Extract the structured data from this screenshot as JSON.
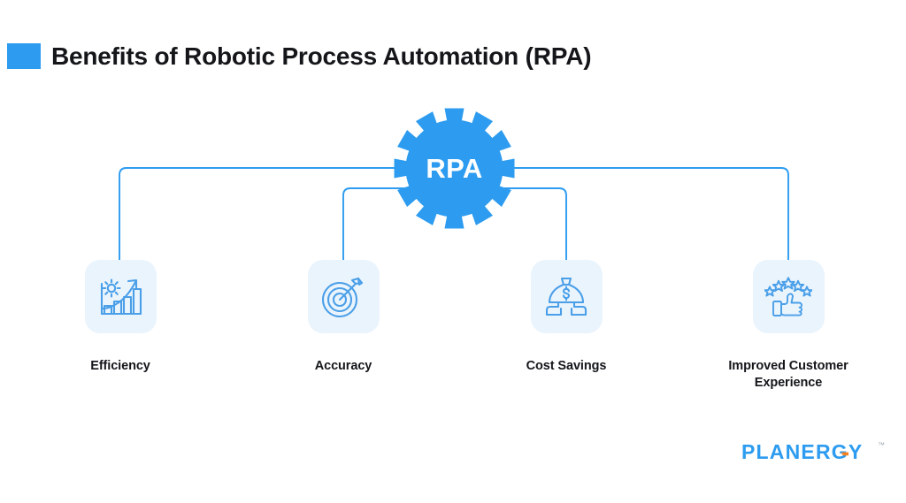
{
  "header": {
    "title": "Benefits of Robotic Process Automation (RPA)",
    "accent_color": "#2D9CF0"
  },
  "diagram": {
    "type": "hub-and-spoke",
    "hub": {
      "label": "RPA",
      "icon": "gear-icon",
      "fill_color": "#2D9CF0",
      "text_color": "#FFFFFF"
    },
    "connector": {
      "color": "#2D9CF0",
      "endpoint_dot_color": "#2D9CF0"
    },
    "card": {
      "background_color": "#EAF4FD",
      "icon_stroke_color": "#4A9FE8"
    },
    "nodes": [
      {
        "id": "efficiency",
        "label": "Efficiency",
        "icon": "growth-chart-gear-icon"
      },
      {
        "id": "accuracy",
        "label": "Accuracy",
        "icon": "target-dart-icon"
      },
      {
        "id": "cost-savings",
        "label": "Cost Savings",
        "icon": "money-bag-hands-icon"
      },
      {
        "id": "improved-customer-experience",
        "label": "Improved Customer\nExperience",
        "label_line_1": "Improved Customer",
        "label_line_2": "Experience",
        "icon": "thumbs-up-stars-icon"
      }
    ]
  },
  "logo": {
    "wordmark": "PLANERGY",
    "trademark": "™",
    "color": "#2D9CF0",
    "accent_color": "#F5841F"
  }
}
